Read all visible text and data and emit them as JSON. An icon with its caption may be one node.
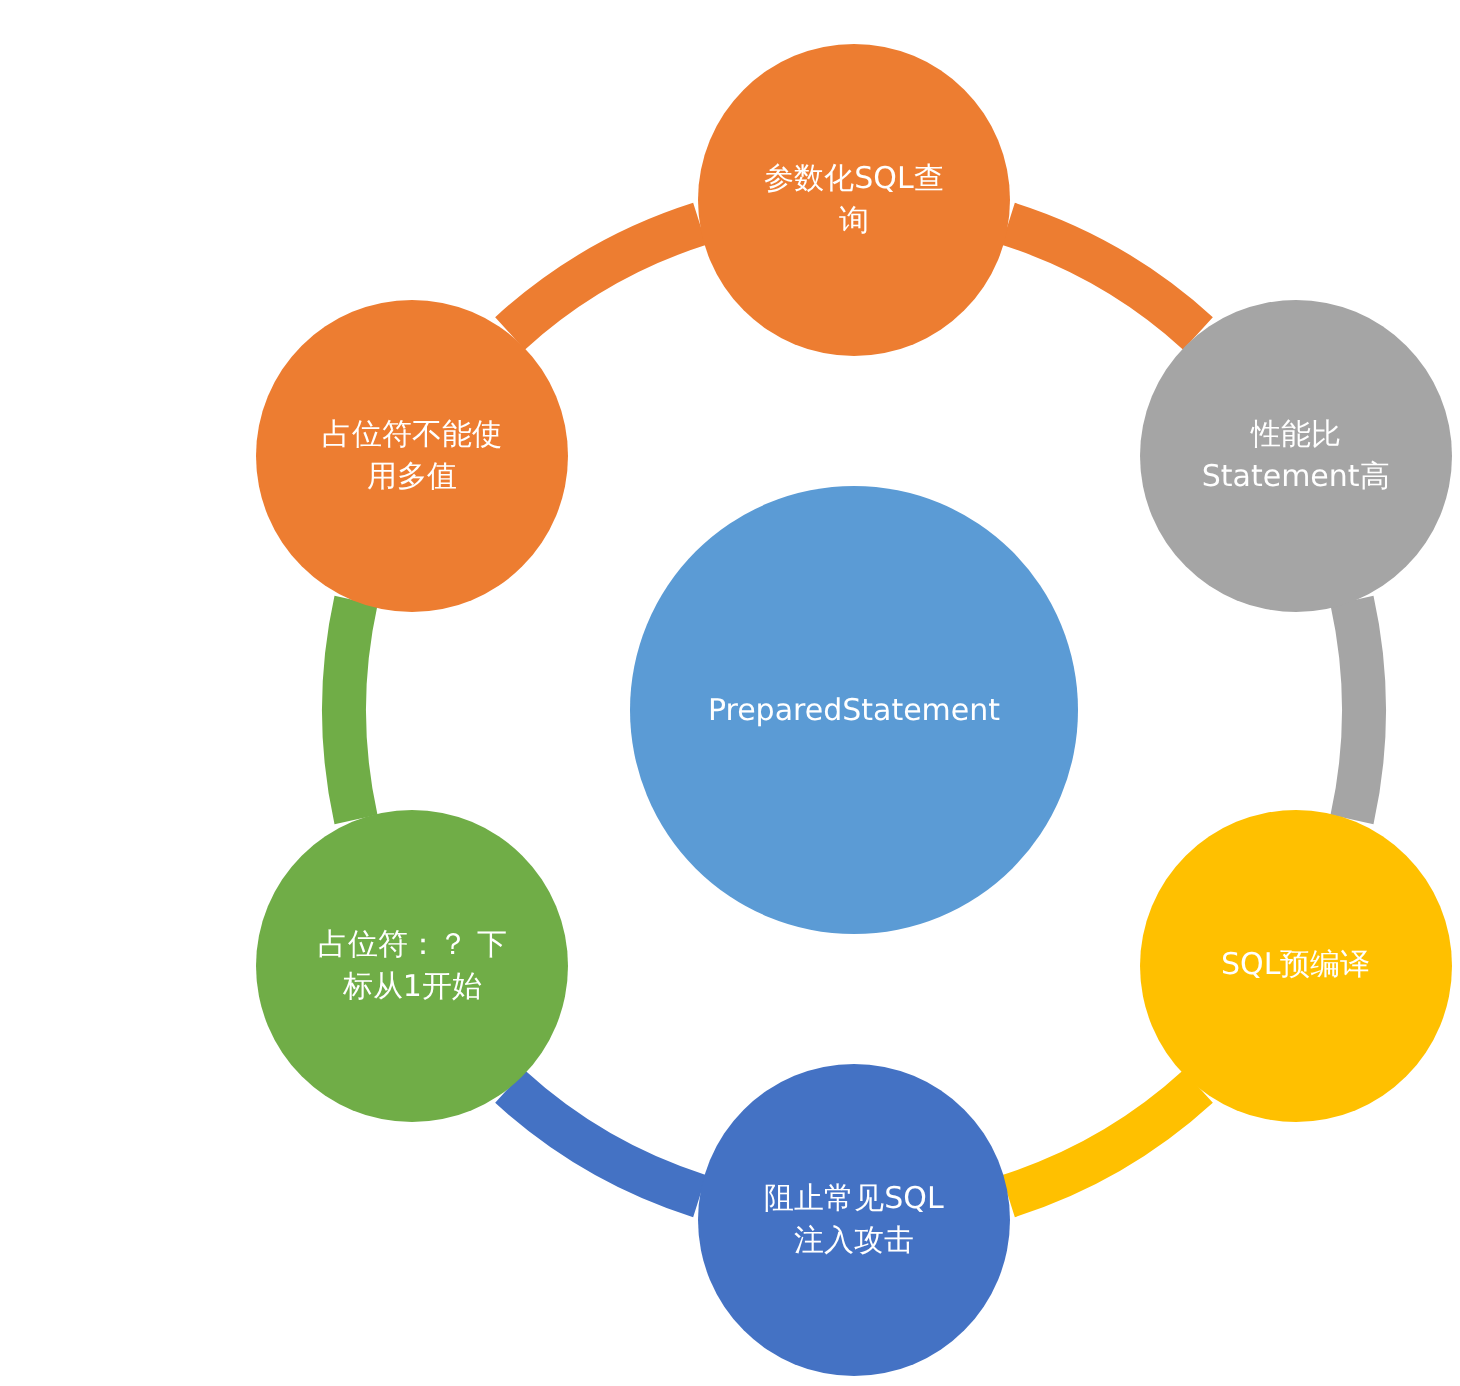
{
  "diagram": {
    "nodes": [
      {
        "text": [
          "PreparedStatement"
        ]
      },
      {
        "text": [
          "参数化SQL查询"
        ]
      },
      {
        "text": [
          "性能比Statement高"
        ]
      },
      {
        "text": [
          "SQL预编译"
        ]
      },
      {
        "text": [
          "阻止常见SQL注入攻击"
        ]
      },
      {
        "text": [
          "占位符：？ 下标从1开始"
        ]
      },
      {
        "text": [
          "占位符不能使用多值"
        ]
      }
    ],
    "edges": [
      {
        "from": 1,
        "to": 2,
        "arrow": "none",
        "color": "#ed7d31"
      },
      {
        "from": 2,
        "to": 3,
        "arrow": "none",
        "color": "#a5a5a5"
      },
      {
        "from": 3,
        "to": 4,
        "arrow": "none",
        "color": "#ffc000"
      },
      {
        "from": 4,
        "to": 5,
        "arrow": "none",
        "color": "#4472c4"
      },
      {
        "from": 5,
        "to": 6,
        "arrow": "none",
        "color": "#70ad47"
      },
      {
        "from": 6,
        "to": 1,
        "arrow": "none",
        "color": "#ed7d31"
      }
    ]
  }
}
